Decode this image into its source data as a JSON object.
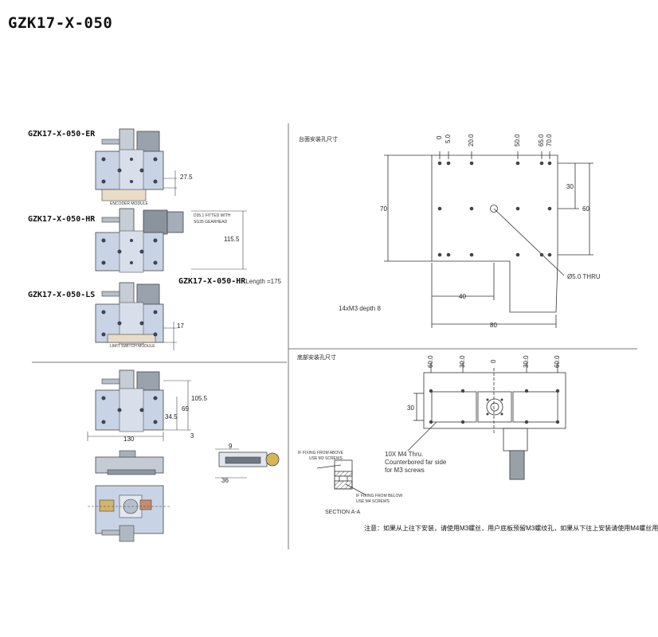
{
  "title": "GZK17-X-050",
  "variants": {
    "er_label": "GZK17-X-050-ER",
    "hr_label": "GZK17-X-050-HR",
    "ls_label": "GZK17-X-050-LS",
    "hr_length_model": "GZK17-X-050-HR",
    "hr_length_text": "Length =175",
    "encoder_module": "ENCODER MODULE",
    "limit_switch_module": "LIMIT SWITCH MODULE",
    "gearhead_note_line1": "D35.1 FITTED WITH",
    "gearhead_note_line2": "SG35 GEARHEAD",
    "dim_er": "27.5",
    "dim_hr": "115.5",
    "dim_ls": "17"
  },
  "main_view": {
    "dim_height": "105.5",
    "dim_69": "69",
    "dim_34_5": "34.5",
    "dim_width": "130",
    "dim_3": "3",
    "dim_9": "9",
    "dim_36": "36"
  },
  "top_mount": {
    "heading": "台面安装孔尺寸",
    "x_ticks": [
      "0",
      "5.0",
      "20.0",
      "50.0",
      "65.0",
      "70.0"
    ],
    "dim_70": "70",
    "dim_30": "30",
    "dim_60": "60",
    "dim_40": "40",
    "dim_80": "80",
    "thru_label": "Ø5.0 THRU",
    "screw_label": "14xM3 depth 8"
  },
  "bottom_mount": {
    "heading": "底部安装孔尺寸",
    "x_ticks": [
      "60.0",
      "30.0",
      "0",
      "30.0",
      "60.0"
    ],
    "dim_30": "30",
    "m4_line1": "10X M4 Thru.",
    "m4_line2": "Counterbored far side",
    "m4_line3": "for M3 screws",
    "above_line1": "IF FIXING FROM ABOVE",
    "above_line2": "USE M3 SCREWS",
    "below_line1": "IF FIXING FROM BELOW",
    "below_line2": "USE M4 SCREWS",
    "section_label": "SECTION A-A"
  },
  "footer_note": "注意：如果从上往下安装，请使用M3螺丝，用户底板预留M3螺纹孔，如果从下往上安装请使用M4螺丝用"
}
